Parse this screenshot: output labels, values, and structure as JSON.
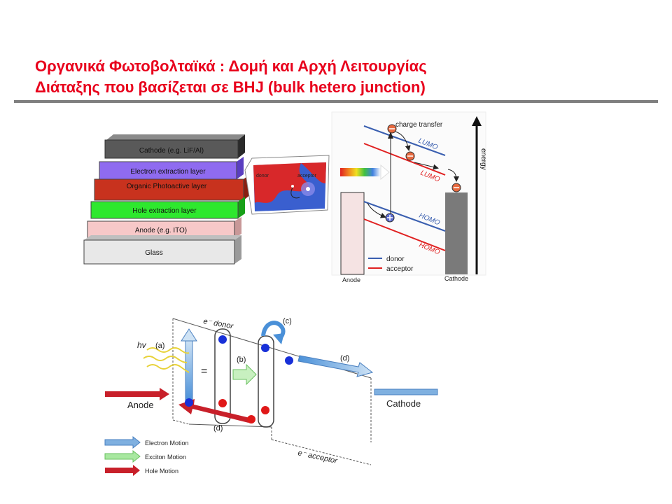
{
  "slide": {
    "title_line1": "Οργανικά Φωτοβολταϊκά : Δομή και Αρχή Λειτουργίας",
    "title_line2": "Διάταξης που βασίζεται σε BHJ (bulk hetero junction)"
  },
  "stack": {
    "layers": [
      {
        "label": "Cathode (e.g. LiF/Al)",
        "color": "#595959"
      },
      {
        "label": "Electron extraction layer",
        "color": "#8f6bf0"
      },
      {
        "label": "Organic Photoactive layer",
        "color": "#c8321e"
      },
      {
        "label": "Hole extraction layer",
        "color": "#2ee82e"
      },
      {
        "label": "Anode (e.g. ITO)",
        "color": "#f7c8c8"
      },
      {
        "label": "Glass",
        "color": "#e8e8e8"
      }
    ],
    "inset": {
      "donor": "donor",
      "acceptor": "acceptor"
    }
  },
  "energy_diagram": {
    "charge_transfer": "charge transfer",
    "lumo": "LUMO",
    "homo": "HOMO",
    "energy": "energy",
    "legend_donor": "donor",
    "legend_acceptor": "acceptor",
    "anode": "Anode",
    "cathode": "Cathode",
    "donor_color": "#3a5fb0",
    "acceptor_color": "#e02020"
  },
  "operation_diagram": {
    "hv": "hv",
    "a": "(a)",
    "b": "(b)",
    "c": "(c)",
    "d_top": "(d)",
    "d_bottom": "(d)",
    "e_donor": "e⁻ donor",
    "e_acceptor": "e⁻ acceptor",
    "equals": "=",
    "anode": "Anode",
    "cathode": "Cathode",
    "legend": [
      {
        "label": "Electron Motion",
        "color": "#7fb0e0"
      },
      {
        "label": "Exciton Motion",
        "color": "#a8e8a0"
      },
      {
        "label": "Hole Motion",
        "color": "#c8202a"
      }
    ]
  }
}
